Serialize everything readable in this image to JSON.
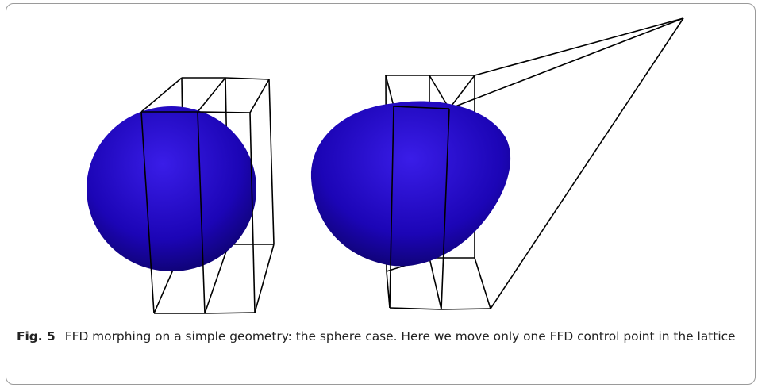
{
  "caption": {
    "label": "Fig. 5",
    "text": "FFD morphing on a simple geometry: the sphere case. Here we move only one FFD control point in the lattice"
  },
  "colors": {
    "sphere_fill": "#1c05b6",
    "sphere_highlight": "#3a1de8",
    "sphere_shadow": "#10037a",
    "lattice_stroke": "#000000",
    "frame_border": "#9a9a9a"
  },
  "panels": [
    "original-sphere-with-lattice",
    "deformed-sphere-with-moved-control-point"
  ]
}
